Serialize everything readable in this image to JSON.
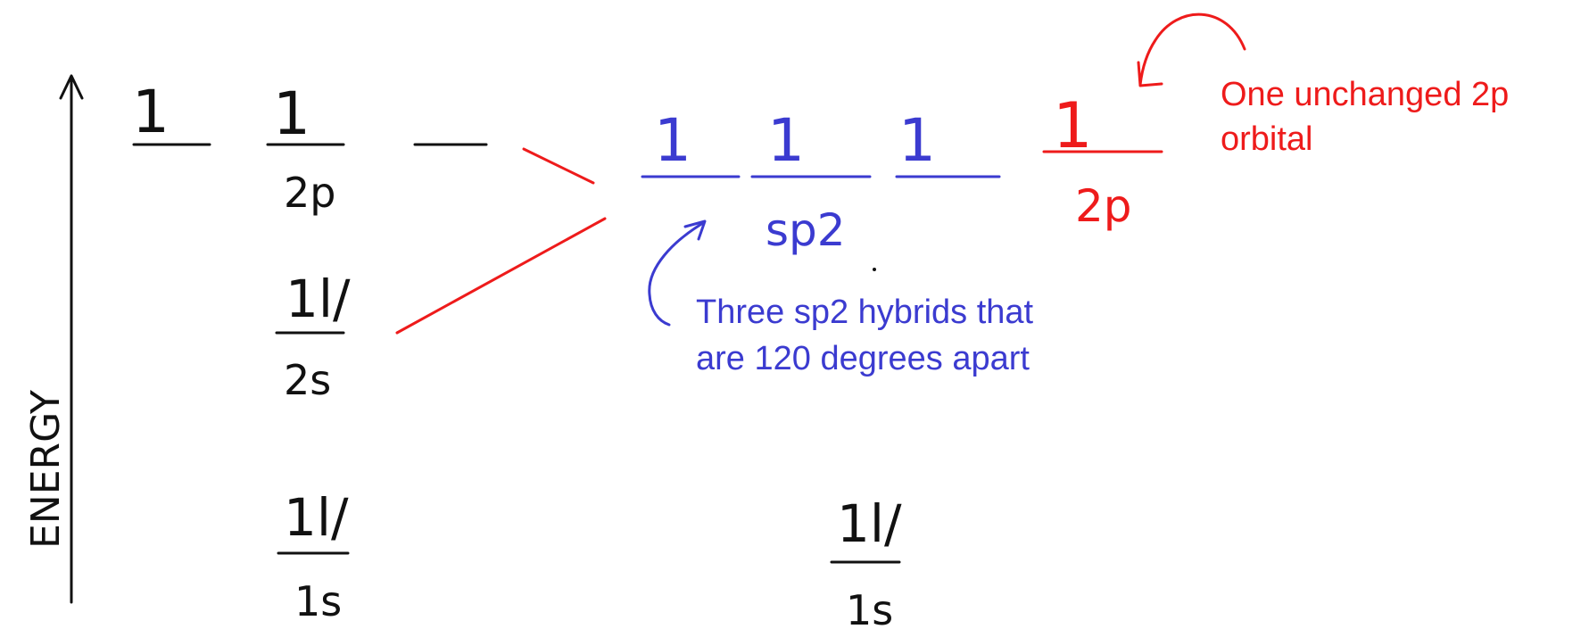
{
  "axis": {
    "label": "ENERGY"
  },
  "left_diagram": {
    "p_label": "2p",
    "s2_label": "2s",
    "s1_label": "1s",
    "electron_up": "1",
    "electron_pair": "1l/"
  },
  "right_diagram": {
    "sp2_label": "sp2",
    "p_label": "2p",
    "s1_label": "1s",
    "electron_up": "1",
    "electron_pair": "1l/"
  },
  "annotations": {
    "unchanged_p_line1": "One unchanged 2p",
    "unchanged_p_line2": "orbital",
    "sp2_note_line1": "Three sp2 hybrids that",
    "sp2_note_line2": "are 120 degrees apart"
  },
  "colors": {
    "ink": "#111111",
    "blue": "#3b3bd0",
    "red": "#ee1b1b"
  }
}
